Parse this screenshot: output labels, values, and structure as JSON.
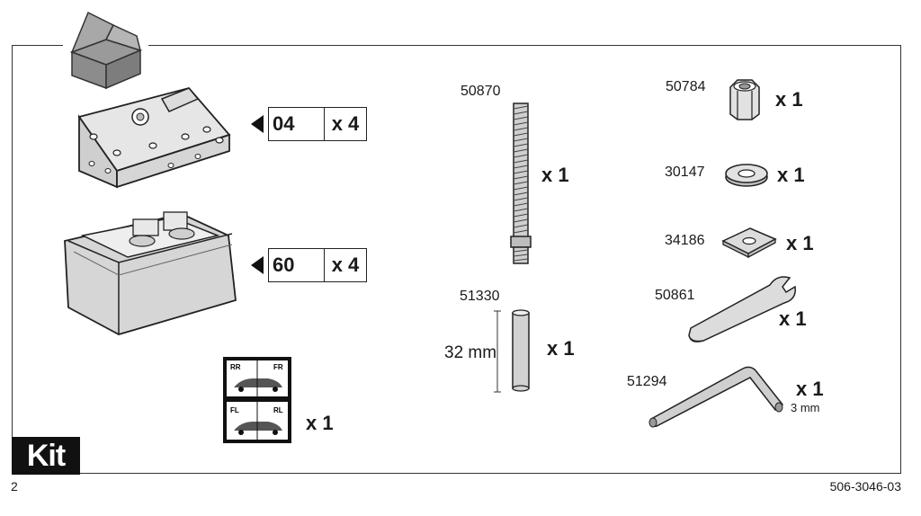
{
  "kit_label": "Kit",
  "page_number": "2",
  "document_number": "506-3046-03",
  "bracket": {
    "code": "04",
    "quantity": "x 4"
  },
  "foot_pad": {
    "code": "60",
    "quantity": "x 4"
  },
  "sticker": {
    "quantity": "x 1",
    "labels": [
      "RR",
      "FR",
      "FL",
      "RL"
    ]
  },
  "threaded_rod": {
    "part_number": "50870",
    "quantity": "x 1"
  },
  "spacer_tube": {
    "part_number": "51330",
    "quantity": "x 1",
    "length": "32 mm"
  },
  "nut": {
    "part_number": "50784",
    "quantity": "x 1"
  },
  "round_washer": {
    "part_number": "30147",
    "quantity": "x 1"
  },
  "square_washer": {
    "part_number": "34186",
    "quantity": "x 1"
  },
  "wrench": {
    "part_number": "50861",
    "quantity": "x 1"
  },
  "allen_key": {
    "part_number": "51294",
    "quantity": "x 1",
    "size": "3 mm"
  }
}
